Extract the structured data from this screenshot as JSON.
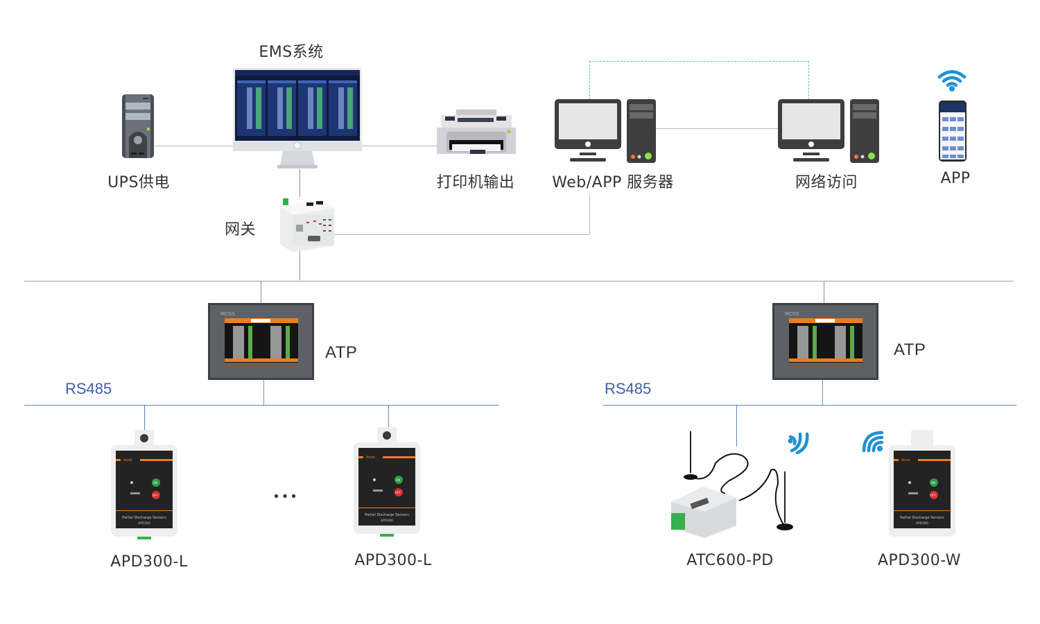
{
  "diagram": {
    "title": "System architecture",
    "top_level": {
      "ems": {
        "label": "EMS系统",
        "icon": "monitor-dashboard-icon"
      },
      "ups": {
        "label": "UPS供电",
        "icon": "ups-tower-icon"
      },
      "printer": {
        "label": "打印机输出",
        "icon": "printer-icon"
      },
      "web_server": {
        "label": "Web/APP 服务器",
        "icon": "desktop-computer-icon"
      },
      "network_access": {
        "label": "网络访问",
        "icon": "desktop-computer-icon"
      },
      "app": {
        "label": "APP",
        "icon": "smartphone-icon",
        "signal_icon": "wifi-icon"
      },
      "gateway": {
        "label": "网关",
        "icon": "din-rail-gateway-icon"
      }
    },
    "left_branch": {
      "atp": {
        "label": "ATP",
        "screen_brand": "MCGS"
      },
      "bus_label": "RS485",
      "devices": [
        {
          "label": "APD300-L",
          "panel_brand": "Acrel",
          "panel_text": "Partial Discharge Sensors",
          "panel_model": "APD300",
          "on_label": "ON",
          "off_label": "OFF"
        },
        {
          "label": "APD300-L",
          "panel_brand": "Acrel",
          "panel_text": "Partial Discharge Sensors",
          "panel_model": "APD300",
          "on_label": "ON",
          "off_label": "OFF"
        }
      ],
      "ellipsis": "•••"
    },
    "right_branch": {
      "atp": {
        "label": "ATP",
        "screen_brand": "MCGS"
      },
      "bus_label": "RS485",
      "devices": [
        {
          "label": "ATC600-PD",
          "icon": "wireless-transceiver-icon",
          "signal_icon": "wireless-signal-icon"
        },
        {
          "label": "APD300-W",
          "panel_brand": "Acrel",
          "panel_text": "Partial Discharge Sensors",
          "panel_model": "APD300",
          "on_label": "ON",
          "off_label": "OFF",
          "signal_icon": "wifi-icon"
        }
      ]
    },
    "colors": {
      "line_gray": "#aeb4bb",
      "bus_blue": "#5d84b8",
      "rs485_text": "#3f5fa8",
      "signal_blue": "#1e90d6",
      "dashed_link": "#5fb3c8",
      "accent_orange": "#f07d1a"
    }
  }
}
